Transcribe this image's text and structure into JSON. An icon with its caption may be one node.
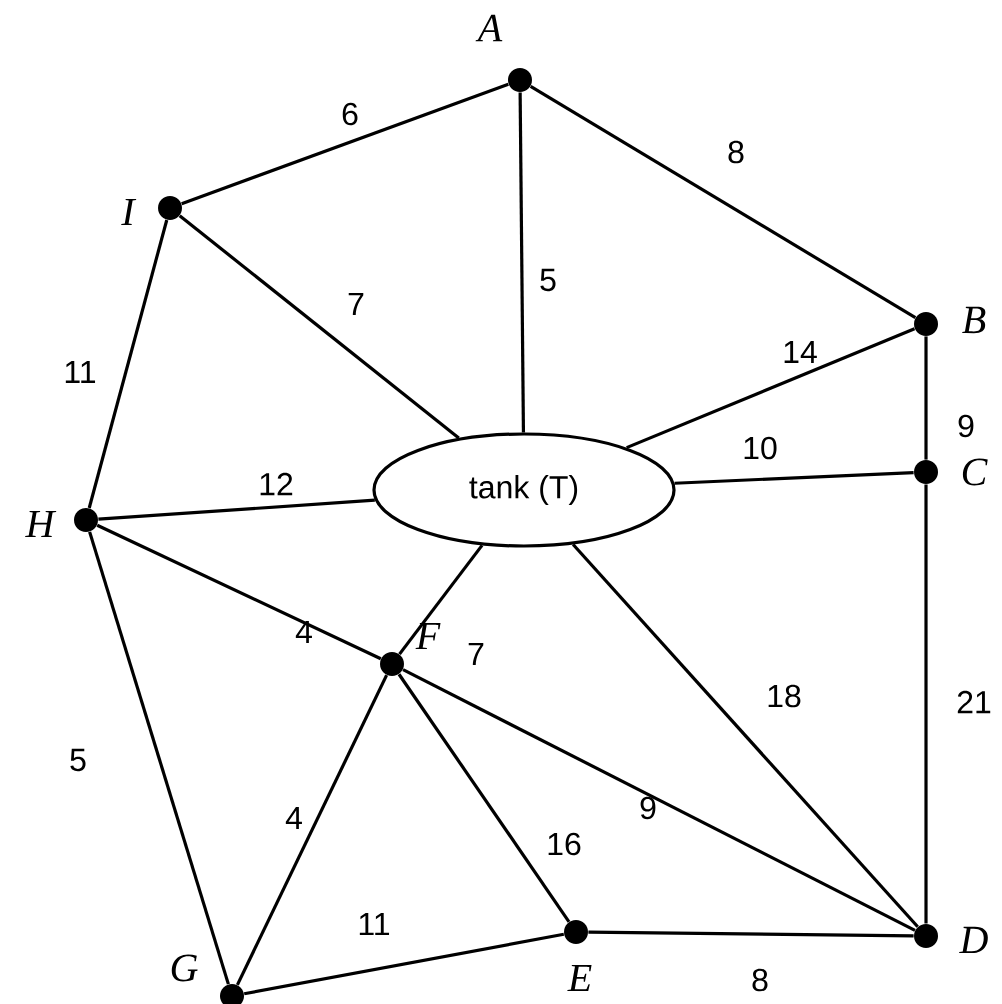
{
  "diagram": {
    "nodes": [
      {
        "text": [],
        "shape": "circle",
        "beside": [
          "A"
        ]
      },
      {
        "text": [],
        "shape": "circle",
        "beside": [
          "B"
        ]
      },
      {
        "text": [],
        "shape": "circle",
        "beside": [
          "C"
        ]
      },
      {
        "text": [],
        "shape": "circle",
        "beside": [
          "D"
        ]
      },
      {
        "text": [],
        "shape": "circle",
        "beside": [
          "E"
        ]
      },
      {
        "text": [],
        "shape": "circle",
        "beside": [
          "F"
        ]
      },
      {
        "text": [],
        "shape": "circle",
        "beside": [
          "G"
        ]
      },
      {
        "text": [],
        "shape": "circle",
        "beside": [
          "H"
        ]
      },
      {
        "text": [],
        "shape": "circle",
        "beside": [
          "I"
        ]
      },
      {
        "text": [
          "tank (T)"
        ]
      }
    ],
    "edges": [
      {
        "from": 8,
        "to": 0,
        "arrow": "none",
        "label": "6"
      },
      {
        "from": 0,
        "to": 1,
        "arrow": "none",
        "label": "8"
      },
      {
        "from": 0,
        "to": 9,
        "arrow": "none",
        "label": "5"
      },
      {
        "from": 8,
        "to": 9,
        "arrow": "none",
        "label": "7"
      },
      {
        "from": 1,
        "to": 9,
        "arrow": "none",
        "label": "14"
      },
      {
        "from": 1,
        "to": 2,
        "arrow": "none",
        "label": "9"
      },
      {
        "from": 9,
        "to": 2,
        "arrow": "none",
        "label": "10"
      },
      {
        "from": 8,
        "to": 7,
        "arrow": "none",
        "label": "11"
      },
      {
        "from": 7,
        "to": 9,
        "arrow": "none",
        "label": "12"
      },
      {
        "from": 7,
        "to": 5,
        "arrow": "none",
        "label": "4"
      },
      {
        "from": 9,
        "to": 5,
        "arrow": "none",
        "label": "7"
      },
      {
        "from": 2,
        "to": 3,
        "arrow": "none",
        "label": "21"
      },
      {
        "from": 9,
        "to": 3,
        "arrow": "none",
        "label": "18"
      },
      {
        "from": 5,
        "to": 3,
        "arrow": "none",
        "label": "9"
      },
      {
        "from": 7,
        "to": 6,
        "arrow": "none",
        "label": "5"
      },
      {
        "from": 6,
        "to": 5,
        "arrow": "none",
        "label": "4"
      },
      {
        "from": 5,
        "to": 4,
        "arrow": "none",
        "label": "16"
      },
      {
        "from": 6,
        "to": 4,
        "arrow": "none",
        "label": "11"
      },
      {
        "from": 4,
        "to": 3,
        "arrow": "none",
        "label": "8"
      }
    ]
  }
}
